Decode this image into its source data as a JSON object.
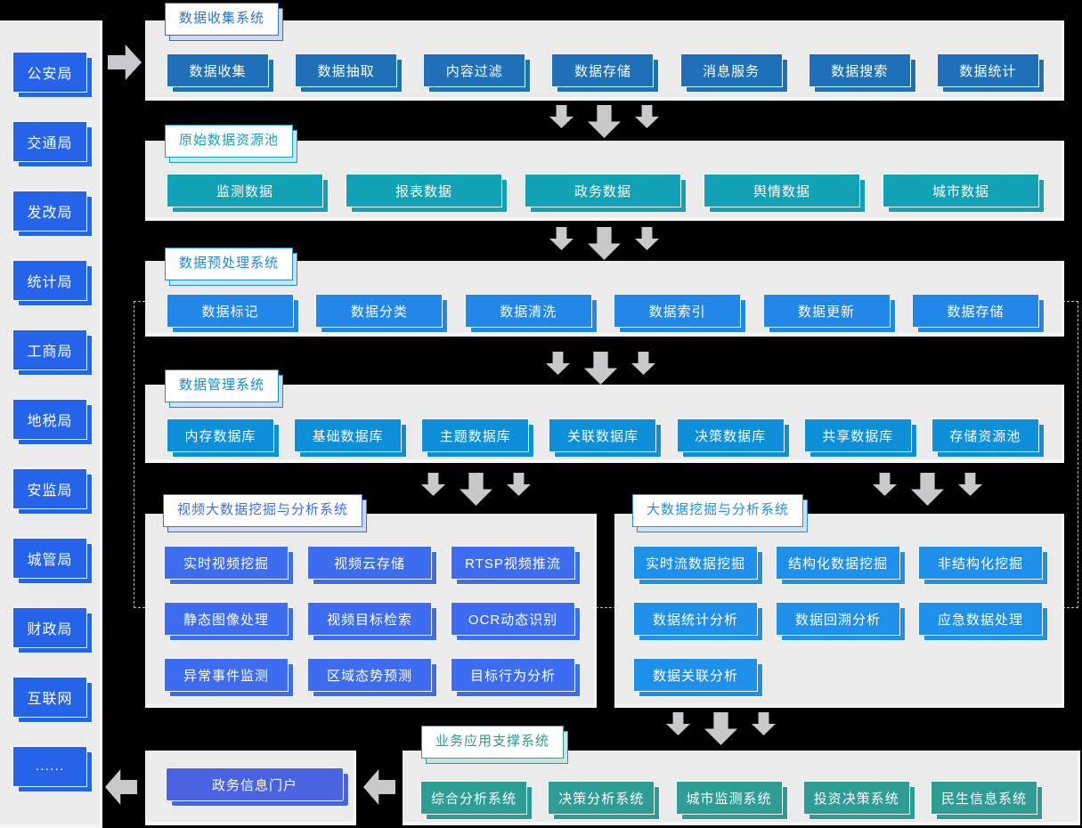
{
  "page_bg": "#000000",
  "panel_bg": "#ebebeb",
  "arrow_color": "#c9c9cd",
  "sidebar": {
    "color": "#2563eb",
    "items": [
      "公安局",
      "交通局",
      "发改局",
      "统计局",
      "工商局",
      "地税局",
      "安监局",
      "城管局",
      "财政局",
      "互联网",
      "......"
    ]
  },
  "sections": {
    "collect": {
      "title": "数据收集系统",
      "accent": "#2e74c4",
      "tint": "#c9dcf2",
      "button_color": "#1e70b8",
      "items": [
        "数据收集",
        "数据抽取",
        "内容过滤",
        "数据存储",
        "消息服务",
        "数据搜索",
        "数据统计"
      ]
    },
    "raw": {
      "title": "原始数据资源池",
      "accent": "#14a3b8",
      "tint": "#c3e7ee",
      "button_color": "#12a2b7",
      "items": [
        "监测数据",
        "报表数据",
        "政务数据",
        "舆情数据",
        "城市数据"
      ]
    },
    "preprocess": {
      "title": "数据预处理系统",
      "accent": "#2287e8",
      "tint": "#c9e2fa",
      "button_color": "#2287e8",
      "items": [
        "数据标记",
        "数据分类",
        "数据清洗",
        "数据索引",
        "数据更新",
        "数据存储"
      ]
    },
    "manage": {
      "title": "数据管理系统",
      "accent": "#0d8fd9",
      "tint": "#c5e3f6",
      "button_color": "#0d8fd9",
      "items": [
        "内存数据库",
        "基础数据库",
        "主题数据库",
        "关联数据库",
        "决策数据库",
        "共享数据库",
        "存储资源池"
      ]
    },
    "video": {
      "title": "视频大数据挖掘与分析系统",
      "accent": "#3d6cf0",
      "tint": "#cdd9fb",
      "button_color": "#3e6cf0",
      "items": [
        "实时视频挖掘",
        "视频云存储",
        "RTSP视频推流",
        "静态图像处理",
        "视频目标检索",
        "OCR动态识别",
        "异常事件监测",
        "区域态势预测",
        "目标行为分析"
      ]
    },
    "bigdata": {
      "title": "大数据挖掘与分析系统",
      "accent": "#1e90e9",
      "tint": "#c9e4fa",
      "button_color": "#1e90e9",
      "items": [
        "实时流数据挖掘",
        "结构化数据挖掘",
        "非结构化挖掘",
        "数据统计分析",
        "数据回溯分析",
        "应急数据处理",
        "数据关联分析"
      ]
    },
    "apps": {
      "title": "业务应用支撑系统",
      "accent": "#2d9c92",
      "tint": "#c8e6e3",
      "button_color": "#2d9c92",
      "items": [
        "综合分析系统",
        "决策分析系统",
        "城市监测系统",
        "投资决策系统",
        "民生信息系统"
      ]
    },
    "portal": {
      "label": "政务信息门户",
      "button_color": "#4a63e2"
    }
  }
}
